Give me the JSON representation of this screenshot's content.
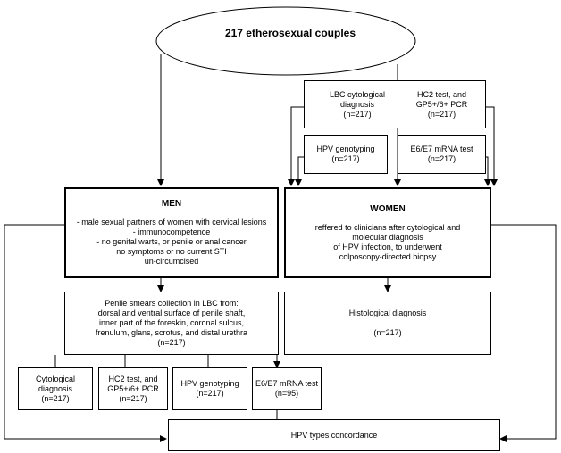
{
  "root": {
    "title": "217 etherosexual couples"
  },
  "men": {
    "header": "MEN",
    "criteria": [
      "- male sexual partners of women with cervical lesions",
      "- immunocompetence",
      "- no genital warts, or penile or anal cancer",
      "no symptoms or no current STI",
      "un-circumcised"
    ],
    "collection": [
      "Penile smears collection in LBC from:",
      "dorsal and ventral surface of penile shaft,",
      "inner part of the foreskin, coronal sulcus,",
      "frenulum, glans, scrotus, and  distal urethra",
      "(n=217)"
    ],
    "tests": [
      {
        "lines": [
          "Cytological",
          "diagnosis",
          "(n=217)"
        ]
      },
      {
        "lines": [
          "HC2 test, and",
          "GP5+/6+ PCR",
          "(n=217)"
        ]
      },
      {
        "lines": [
          "HPV genotyping",
          "(n=217)"
        ]
      },
      {
        "lines": [
          "E6/E7 mRNA test",
          "(n=95)"
        ]
      }
    ]
  },
  "women": {
    "header": "WOMEN",
    "description": [
      "reffered to clinicians after cytological and",
      "molecular diagnosis",
      "of HPV infection, to underwent",
      "colposcopy-directed biopsy"
    ],
    "inputs": [
      {
        "lines": [
          "LBC cytological",
          "diagnosis",
          "(n=217)"
        ]
      },
      {
        "lines": [
          "HC2 test, and",
          "GP5+/6+ PCR",
          "(n=217)"
        ]
      },
      {
        "lines": [
          "HPV genotyping",
          "(n=217)"
        ]
      },
      {
        "lines": [
          "E6/E7 mRNA test",
          "(n=217)"
        ]
      }
    ],
    "histology": {
      "title": "Histological diagnosis",
      "n": "(n=217)"
    }
  },
  "concordance": {
    "label": "HPV types concordance"
  }
}
